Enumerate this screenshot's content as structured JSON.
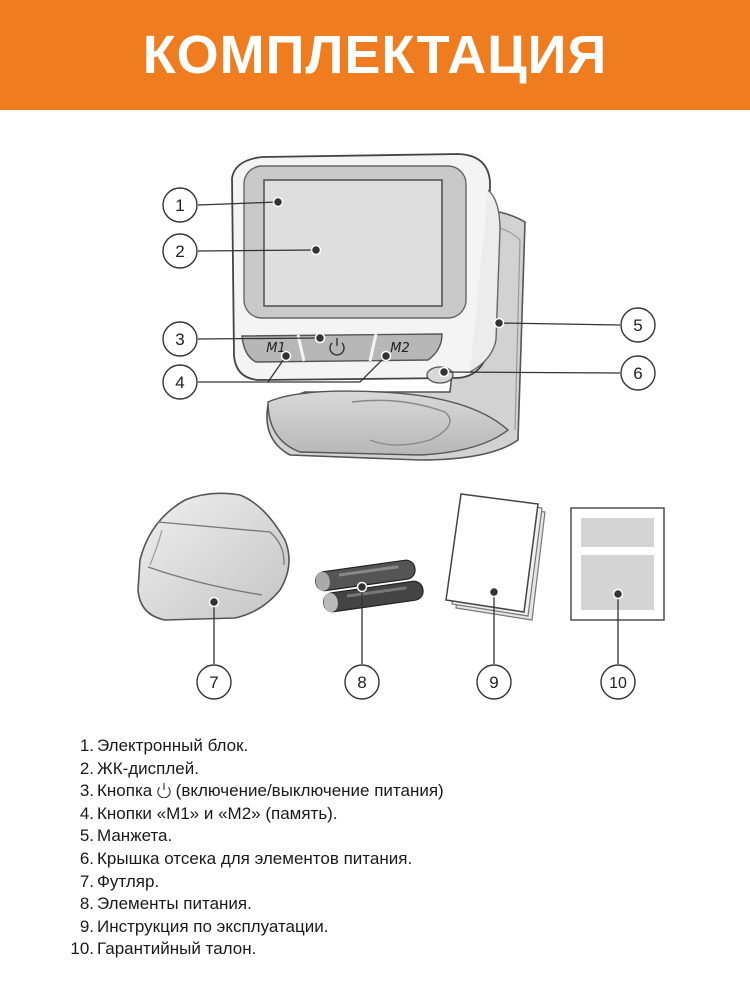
{
  "header": {
    "title": "КОМПЛЕКТАЦИЯ",
    "background": "#ef7d1f",
    "text_color": "#ffffff"
  },
  "device": {
    "button_m1": "M1",
    "button_m2": "M2",
    "power_button_icon": "power-icon"
  },
  "callouts": [
    "1",
    "2",
    "3",
    "4",
    "5",
    "6",
    "7",
    "8",
    "9",
    "10"
  ],
  "legend": [
    {
      "num": "1.",
      "text": "Электронный блок."
    },
    {
      "num": "2.",
      "text": "ЖК-дисплей."
    },
    {
      "num": "3.",
      "before": "Кнопка ",
      "icon": "power-icon",
      "after": " (включение/выключение питания)"
    },
    {
      "num": "4.",
      "text": "Кнопки «M1» и «M2» (память)."
    },
    {
      "num": "5.",
      "text": "Манжета."
    },
    {
      "num": "6.",
      "text": "Крышка отсека для элементов питания."
    },
    {
      "num": "7.",
      "text": "Футляр."
    },
    {
      "num": "8.",
      "text": "Элементы питания."
    },
    {
      "num": "9.",
      "text": "Инструкция по эксплуатации."
    },
    {
      "num": "10.",
      "text": "Гарантийный талон."
    }
  ]
}
